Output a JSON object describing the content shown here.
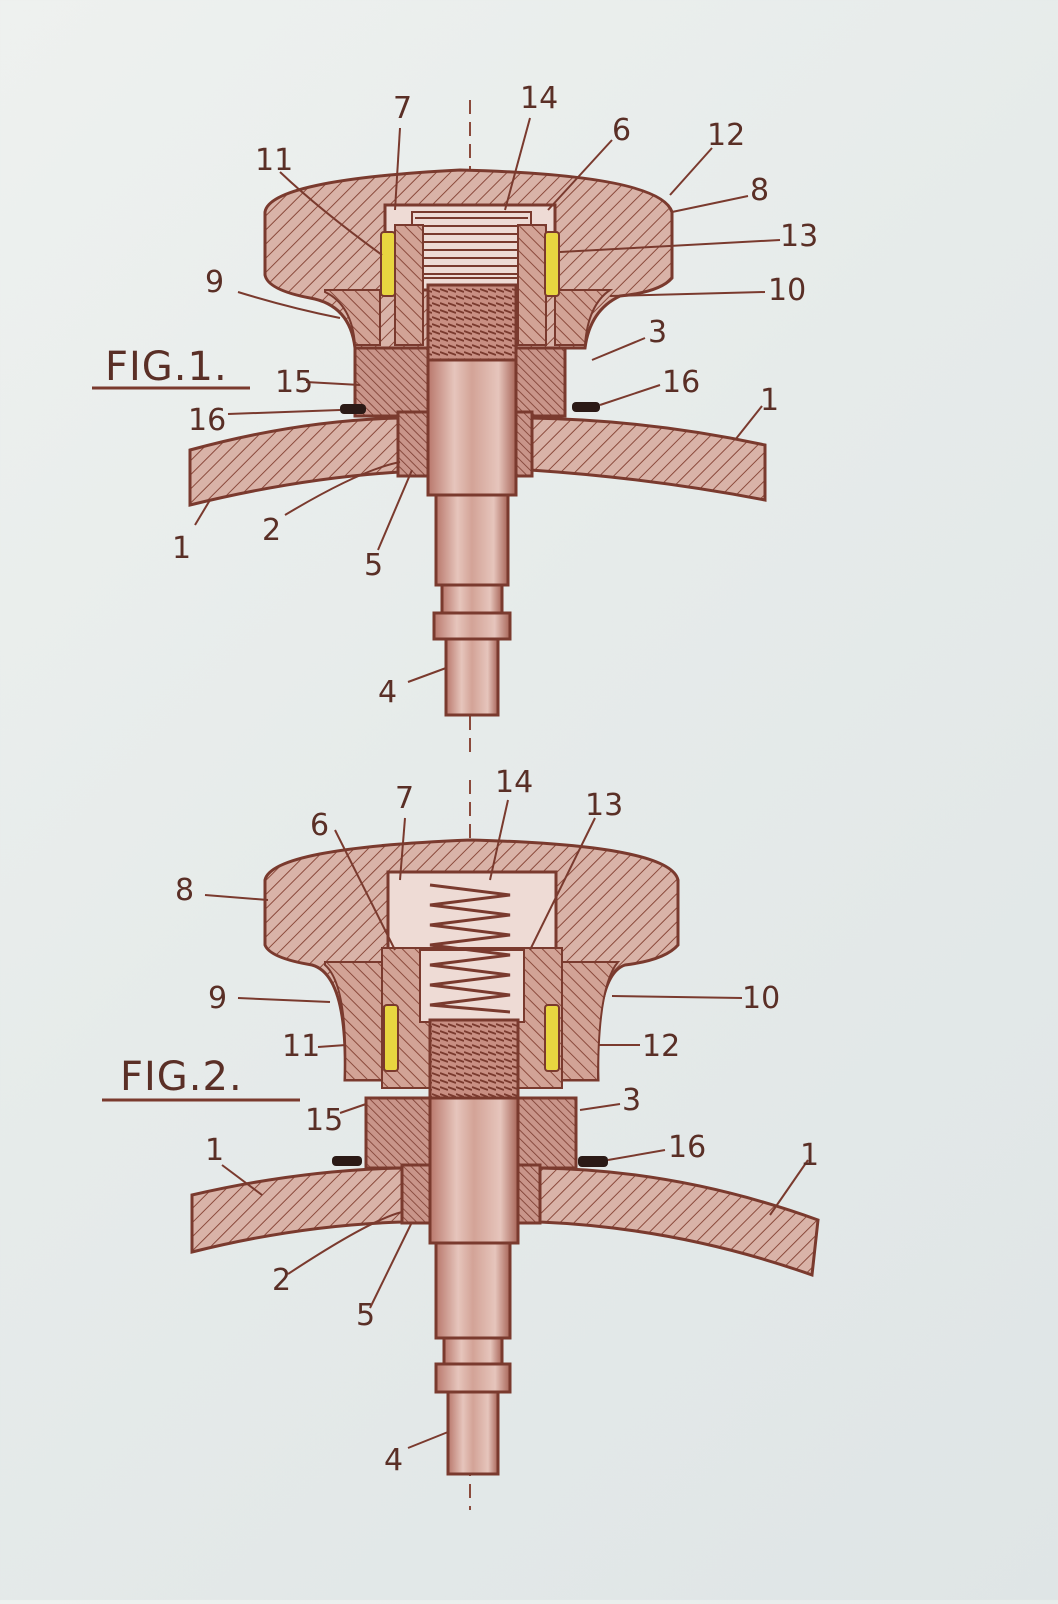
{
  "figures": [
    {
      "title": "FIG.1.",
      "labels": [
        "7",
        "14",
        "6",
        "12",
        "11",
        "8",
        "13",
        "9",
        "10",
        "3",
        "15",
        "16",
        "16",
        "1",
        "1",
        "2",
        "5",
        "4"
      ]
    },
    {
      "title": "FIG.2.",
      "labels": [
        "7",
        "14",
        "13",
        "6",
        "8",
        "9",
        "10",
        "11",
        "12",
        "3",
        "15",
        "16",
        "1",
        "1",
        "2",
        "5",
        "4"
      ]
    }
  ],
  "colors": {
    "ink": "#7a3a2e",
    "hatch": "#8b4a3c",
    "section_fill": "#cfa89d",
    "key_yellow": "#e8d640",
    "background": "#e8ecea"
  }
}
